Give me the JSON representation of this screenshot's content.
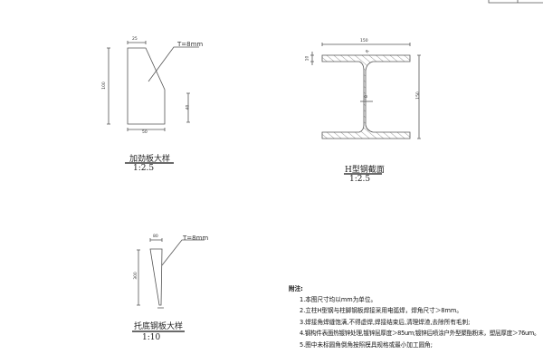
{
  "stiffener": {
    "title": "加劲板大样",
    "scale": "1:2.5",
    "thickness": "T=8mm",
    "dims": {
      "top": "25",
      "height": "100",
      "right": "40",
      "bottom": "50"
    }
  },
  "hbeam": {
    "title": "H型钢截面",
    "scale": "1:2.5",
    "dims": {
      "width": "150",
      "height": "150",
      "flange": "10",
      "fillet": "R",
      "web": "8"
    }
  },
  "base_plate": {
    "title": "托底钢板大样",
    "scale": "1:10",
    "thickness": "T=8mm",
    "dims": {
      "top": "80",
      "height": "300"
    }
  },
  "notes": {
    "heading": "附注:",
    "items": [
      "1.本图尺寸均以mm为单位。",
      "2.立柱H型钢与柱脚钢板焊接采用电弧焊，焊角尺寸＞8mm。",
      "3.焊接角焊缝饱满,不得虚焊,焊接结束后,清理焊渣,去除所有毛刺;",
      "4.钢构件表面热镀锌处理,镀锌层厚度＞85um;镀锌后喷涂户外型聚酯粉末，塑层厚度＞76um。",
      "5.图中未标圆角倒角按照模具规格或最小加工圆角;"
    ]
  }
}
